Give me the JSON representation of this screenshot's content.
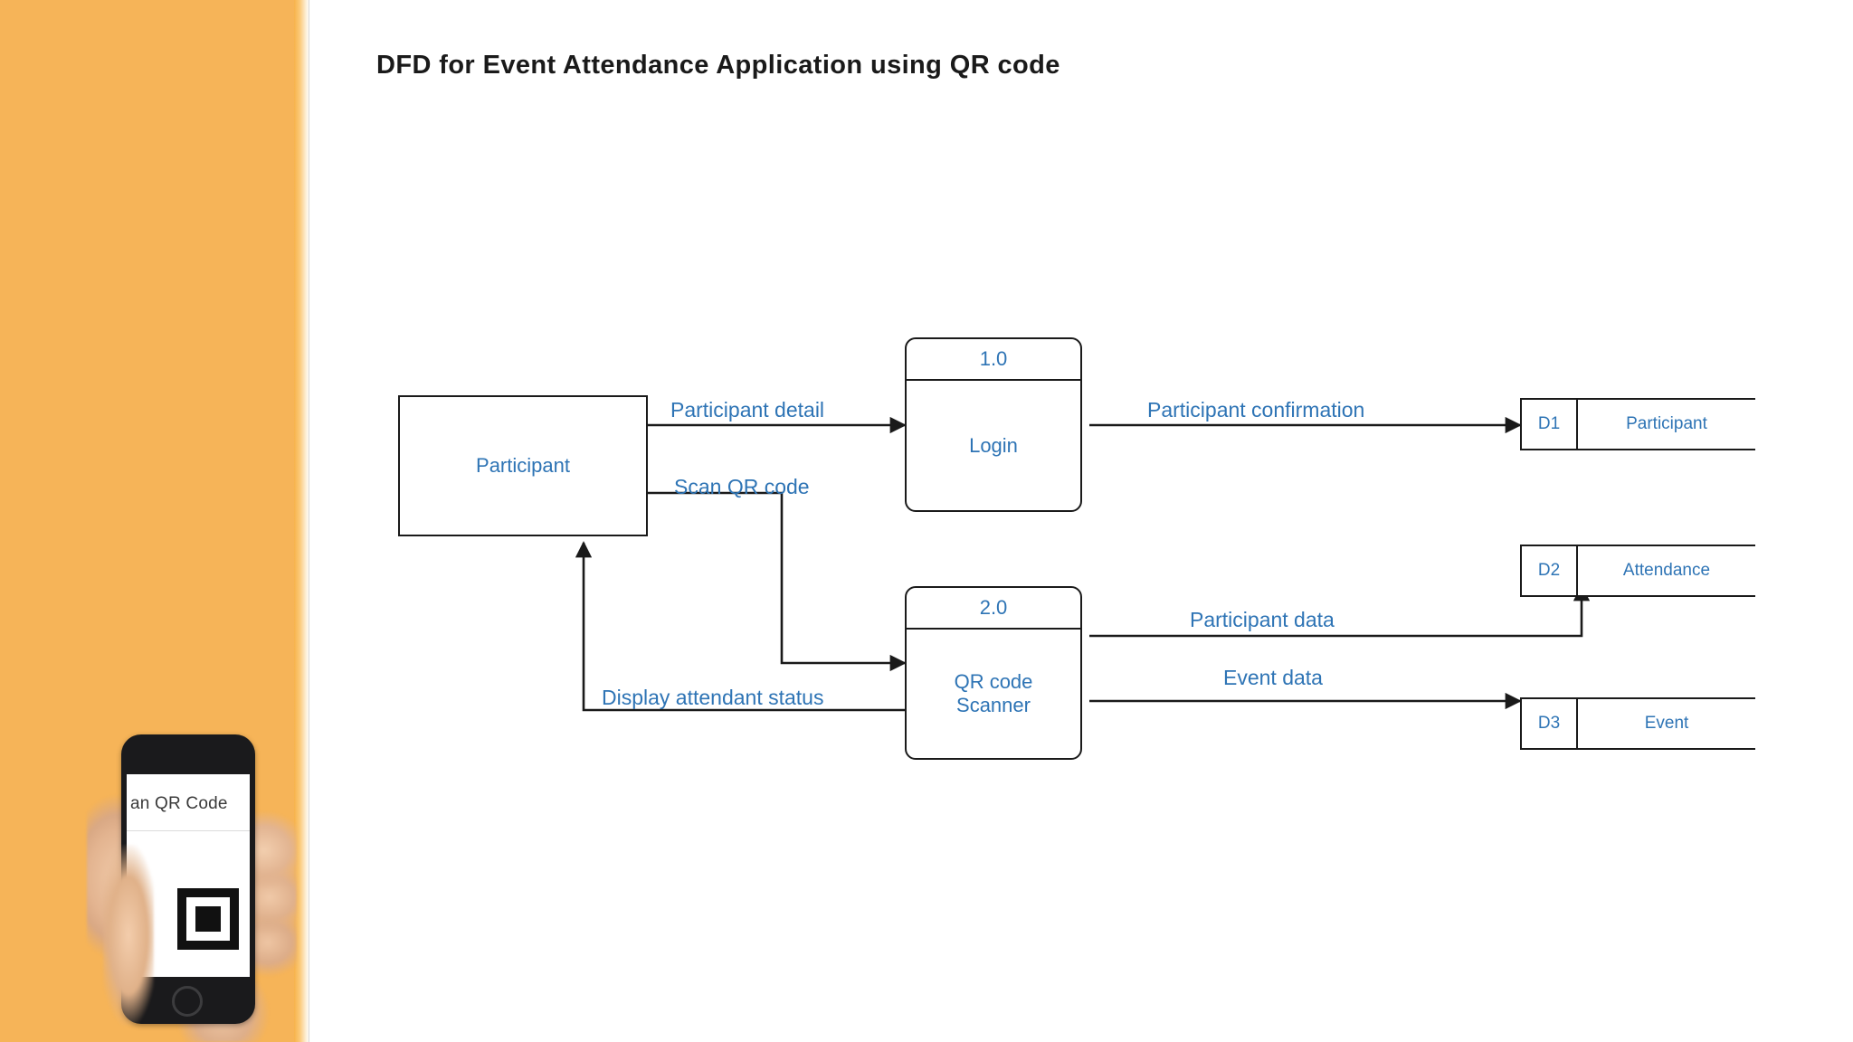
{
  "slide": {
    "title": "DFD for Event Attendance Application using QR code",
    "background_color": "#FFFFFF",
    "accent_color": "#F6B458",
    "text_blue": "#2E74B5",
    "line_color": "#1A1A1A"
  },
  "sidebar": {
    "color": "#F6B458",
    "phone": {
      "screen_header": "an QR Code",
      "qr_alt": "qr-finder-pattern"
    }
  },
  "diagram": {
    "type": "data-flow-diagram",
    "entities": [
      {
        "id": "participant",
        "label": "Participant"
      }
    ],
    "processes": [
      {
        "id": "p1",
        "number": "1.0",
        "name": "Login",
        "name_lines": [
          "Login"
        ]
      },
      {
        "id": "p2",
        "number": "2.0",
        "name": "QR code Scanner",
        "name_lines": [
          "QR code",
          "Scanner"
        ]
      }
    ],
    "datastores": [
      {
        "id": "d1",
        "code": "D1",
        "name": "Participant"
      },
      {
        "id": "d2",
        "code": "D2",
        "name": "Attendance"
      },
      {
        "id": "d3",
        "code": "D3",
        "name": "Event"
      }
    ],
    "flows": [
      {
        "id": "f1",
        "label": "Participant detail",
        "from": "participant",
        "to": "p1"
      },
      {
        "id": "f2",
        "label": "Participant confirmation",
        "from": "p1",
        "to": "d1"
      },
      {
        "id": "f3",
        "label": "Scan QR code",
        "from": "participant",
        "to": "p2"
      },
      {
        "id": "f4",
        "label": "Participant data",
        "from": "p2",
        "to": "d2"
      },
      {
        "id": "f5",
        "label": "Event data",
        "from": "p2",
        "to": "d3"
      },
      {
        "id": "f6",
        "label": "Display attendant status",
        "from": "p2",
        "to": "participant"
      }
    ]
  }
}
